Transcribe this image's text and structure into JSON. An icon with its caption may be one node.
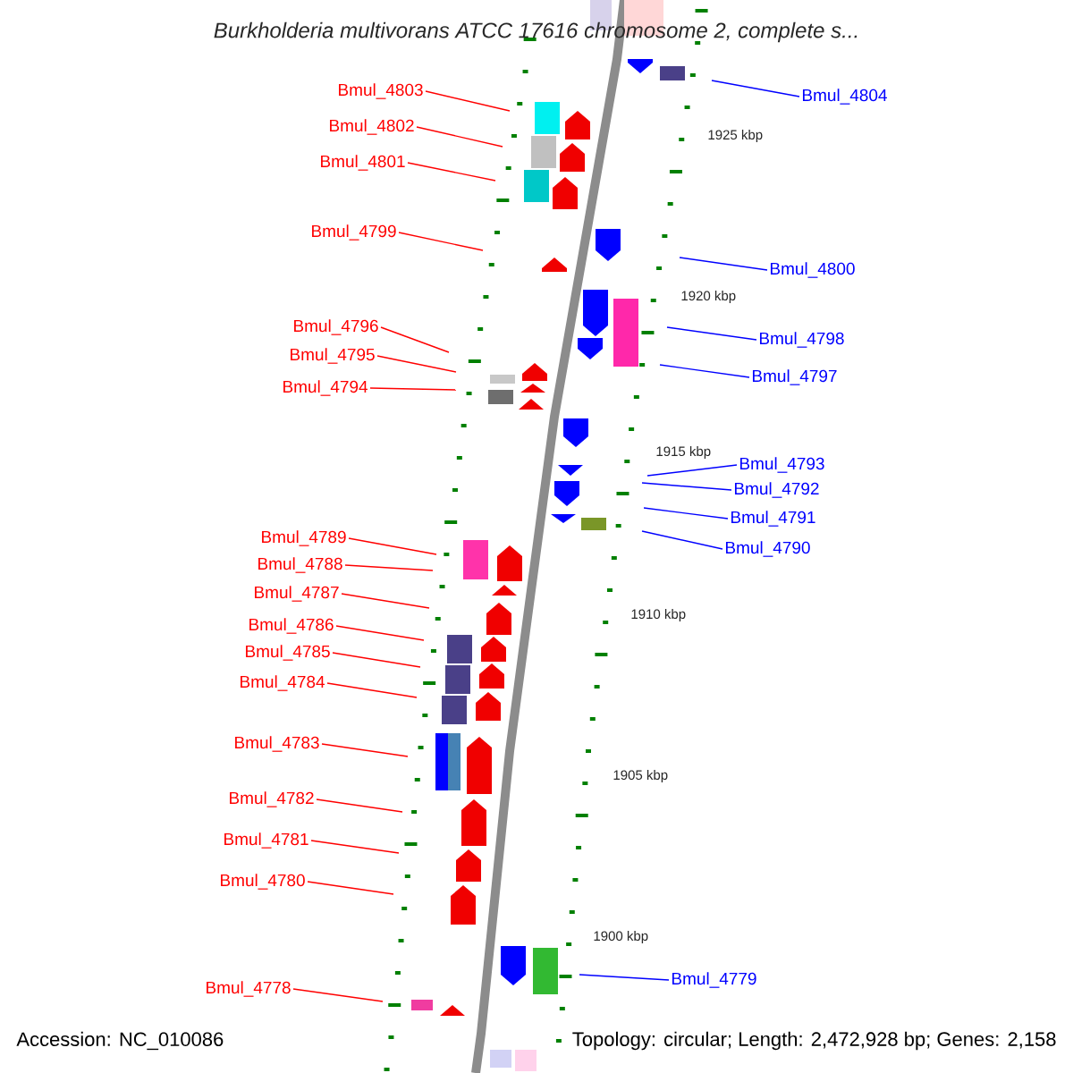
{
  "diagram": {
    "title": "Burkholderia multivorans ATCC 17616 chromosome 2, complete s...",
    "nodes": [
      {
        "text": [
          "Bmul_4803"
        ]
      },
      {
        "text": [
          "Bmul_4804"
        ]
      },
      {
        "text": [
          "Bmul_4802"
        ]
      },
      {
        "text": [
          "Bmul_4801"
        ]
      },
      {
        "text": [
          "Bmul_4799"
        ]
      },
      {
        "text": [
          "Bmul_4800"
        ]
      },
      {
        "text": [
          "Bmul_4796"
        ]
      },
      {
        "text": [
          "Bmul_4798"
        ]
      },
      {
        "text": [
          "Bmul_4795"
        ]
      },
      {
        "text": [
          "Bmul_4797"
        ]
      },
      {
        "text": [
          "Bmul_4794"
        ]
      },
      {
        "text": [
          "Bmul_4793"
        ]
      },
      {
        "text": [
          "Bmul_4792"
        ]
      },
      {
        "text": [
          "Bmul_4791"
        ]
      },
      {
        "text": [
          "Bmul_4789"
        ]
      },
      {
        "text": [
          "Bmul_4790"
        ]
      },
      {
        "text": [
          "Bmul_4788"
        ]
      },
      {
        "text": [
          "Bmul_4787"
        ]
      },
      {
        "text": [
          "Bmul_4786"
        ]
      },
      {
        "text": [
          "Bmul_4785"
        ]
      },
      {
        "text": [
          "Bmul_4784"
        ]
      },
      {
        "text": [
          "Bmul_4783"
        ]
      },
      {
        "text": [
          "Bmul_4782"
        ]
      },
      {
        "text": [
          "Bmul_4781"
        ]
      },
      {
        "text": [
          "Bmul_4780"
        ]
      },
      {
        "text": [
          "Bmul_4779"
        ]
      },
      {
        "text": [
          "Bmul_4778"
        ]
      }
    ],
    "edges": [
      {
        "from": 0,
        "to": null,
        "arrow": "none"
      },
      {
        "from": 1,
        "to": null,
        "arrow": "none",
        "color": "#0000ff"
      },
      {
        "from": 2,
        "to": null,
        "arrow": "none"
      },
      {
        "from": 3,
        "to": null,
        "arrow": "none"
      },
      {
        "from": 4,
        "to": null,
        "arrow": "none"
      },
      {
        "from": 5,
        "to": null,
        "arrow": "none",
        "color": "#0000ff"
      },
      {
        "from": 6,
        "to": null,
        "arrow": "none"
      },
      {
        "from": 7,
        "to": null,
        "arrow": "none",
        "color": "#0000ff"
      },
      {
        "from": 8,
        "to": null,
        "arrow": "none"
      },
      {
        "from": 9,
        "to": null,
        "arrow": "none",
        "color": "#0000ff"
      },
      {
        "from": 10,
        "to": null,
        "arrow": "none"
      },
      {
        "from": 11,
        "to": null,
        "arrow": "none",
        "color": "#0000ff"
      },
      {
        "from": 12,
        "to": null,
        "arrow": "none",
        "color": "#0000ff"
      },
      {
        "from": 13,
        "to": null,
        "arrow": "none",
        "color": "#0000ff"
      },
      {
        "from": 14,
        "to": null,
        "arrow": "none"
      },
      {
        "from": 15,
        "to": null,
        "arrow": "none",
        "color": "#0000ff"
      },
      {
        "from": 16,
        "to": null,
        "arrow": "none"
      },
      {
        "from": 17,
        "to": null,
        "arrow": "none"
      },
      {
        "from": 18,
        "to": null,
        "arrow": "none"
      },
      {
        "from": 19,
        "to": null,
        "arrow": "none"
      },
      {
        "from": 20,
        "to": null,
        "arrow": "none"
      },
      {
        "from": 21,
        "to": null,
        "arrow": "none"
      },
      {
        "from": 22,
        "to": null,
        "arrow": "none"
      },
      {
        "from": 23,
        "to": null,
        "arrow": "none"
      },
      {
        "from": 24,
        "to": null,
        "arrow": "none"
      },
      {
        "from": 25,
        "to": null,
        "arrow": "none",
        "color": "#0000ff"
      },
      {
        "from": 26,
        "to": null,
        "arrow": "none"
      }
    ],
    "labels": [
      "1925 kbp",
      "1920 kbp",
      "1915 kbp",
      "1910 kbp",
      "1905 kbp",
      "1900 kbp",
      "Accession: NC_010086",
      "Topology: circular; Length: 2,472,928 bp; Genes: 2,158"
    ]
  }
}
